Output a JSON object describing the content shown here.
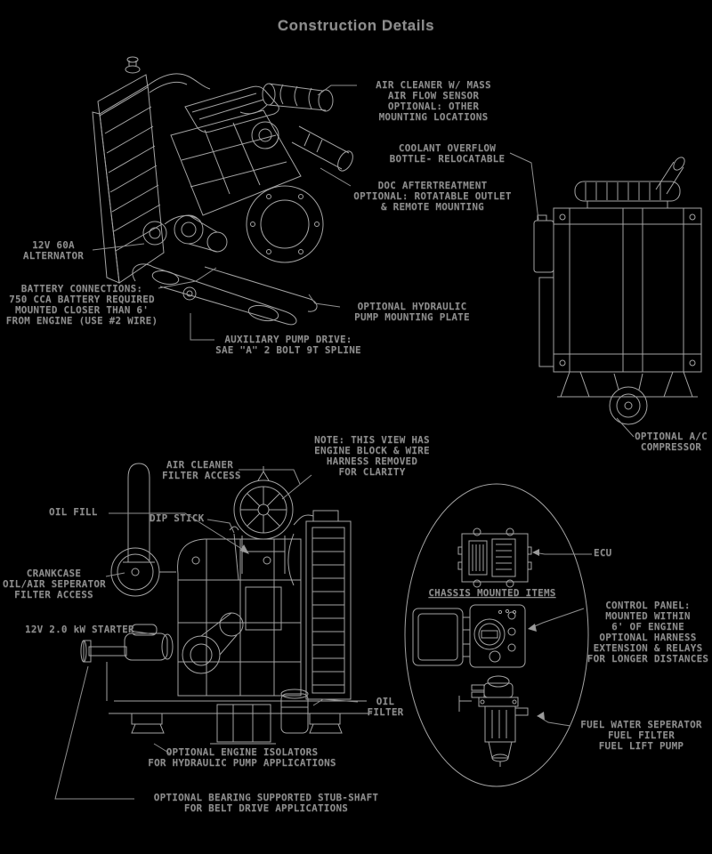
{
  "title": "Construction Details",
  "colors": {
    "background": "#000000",
    "line_art": "#a4a4a4",
    "label_text": "#8d8d8d"
  },
  "labels": {
    "air_cleaner_mass": "AIR CLEANER W/ MASS\nAIR FLOW SENSOR\nOPTIONAL: OTHER\nMOUNTING LOCATIONS",
    "coolant_overflow": "COOLANT OVERFLOW\nBOTTLE- RELOCATABLE",
    "doc_aftertreatment": "DOC AFTERTREATMENT\nOPTIONAL: ROTATABLE OUTLET\n& REMOTE MOUNTING",
    "alternator": "12V 60A\nALTERNATOR",
    "battery_connections": "BATTERY CONNECTIONS:\n750 CCA BATTERY REQUIRED\nMOUNTED CLOSER THAN 6'\nFROM ENGINE (USE #2 WIRE)",
    "hydraulic_pump_plate": "OPTIONAL HYDRAULIC\nPUMP MOUNTING PLATE",
    "auxiliary_pump_drive": "AUXILIARY PUMP DRIVE:\nSAE \"A\" 2 BOLT 9T SPLINE",
    "ac_compressor": "OPTIONAL A/C\nCOMPRESSOR",
    "note_view": "NOTE: THIS VIEW HAS\nENGINE BLOCK & WIRE\nHARNESS REMOVED\nFOR CLARITY",
    "air_cleaner_filter": "AIR CLEANER\nFILTER ACCESS",
    "oil_fill": "OIL FILL",
    "dip_stick": "DIP STICK",
    "crankcase_separator": "CRANKCASE\nOIL/AIR SEPERATOR\nFILTER ACCESS",
    "starter": "12V 2.0 kW STARTER",
    "oil_filter": "OIL\nFILTER",
    "engine_isolators": "OPTIONAL ENGINE ISOLATORS\nFOR HYDRAULIC PUMP APPLICATIONS",
    "stub_shaft": "OPTIONAL BEARING SUPPORTED STUB-SHAFT\nFOR BELT DRIVE APPLICATIONS",
    "ecu": "ECU",
    "chassis_mounted": "CHASSIS MOUNTED ITEMS",
    "control_panel": "CONTROL PANEL:\nMOUNTED WITHIN\n6' OF ENGINE\nOPTIONAL HARNESS\nEXTENSION & RELAYS\nFOR LONGER DISTANCES",
    "fuel_system": "FUEL WATER SEPERATOR\nFUEL FILTER\nFUEL LIFT PUMP"
  }
}
